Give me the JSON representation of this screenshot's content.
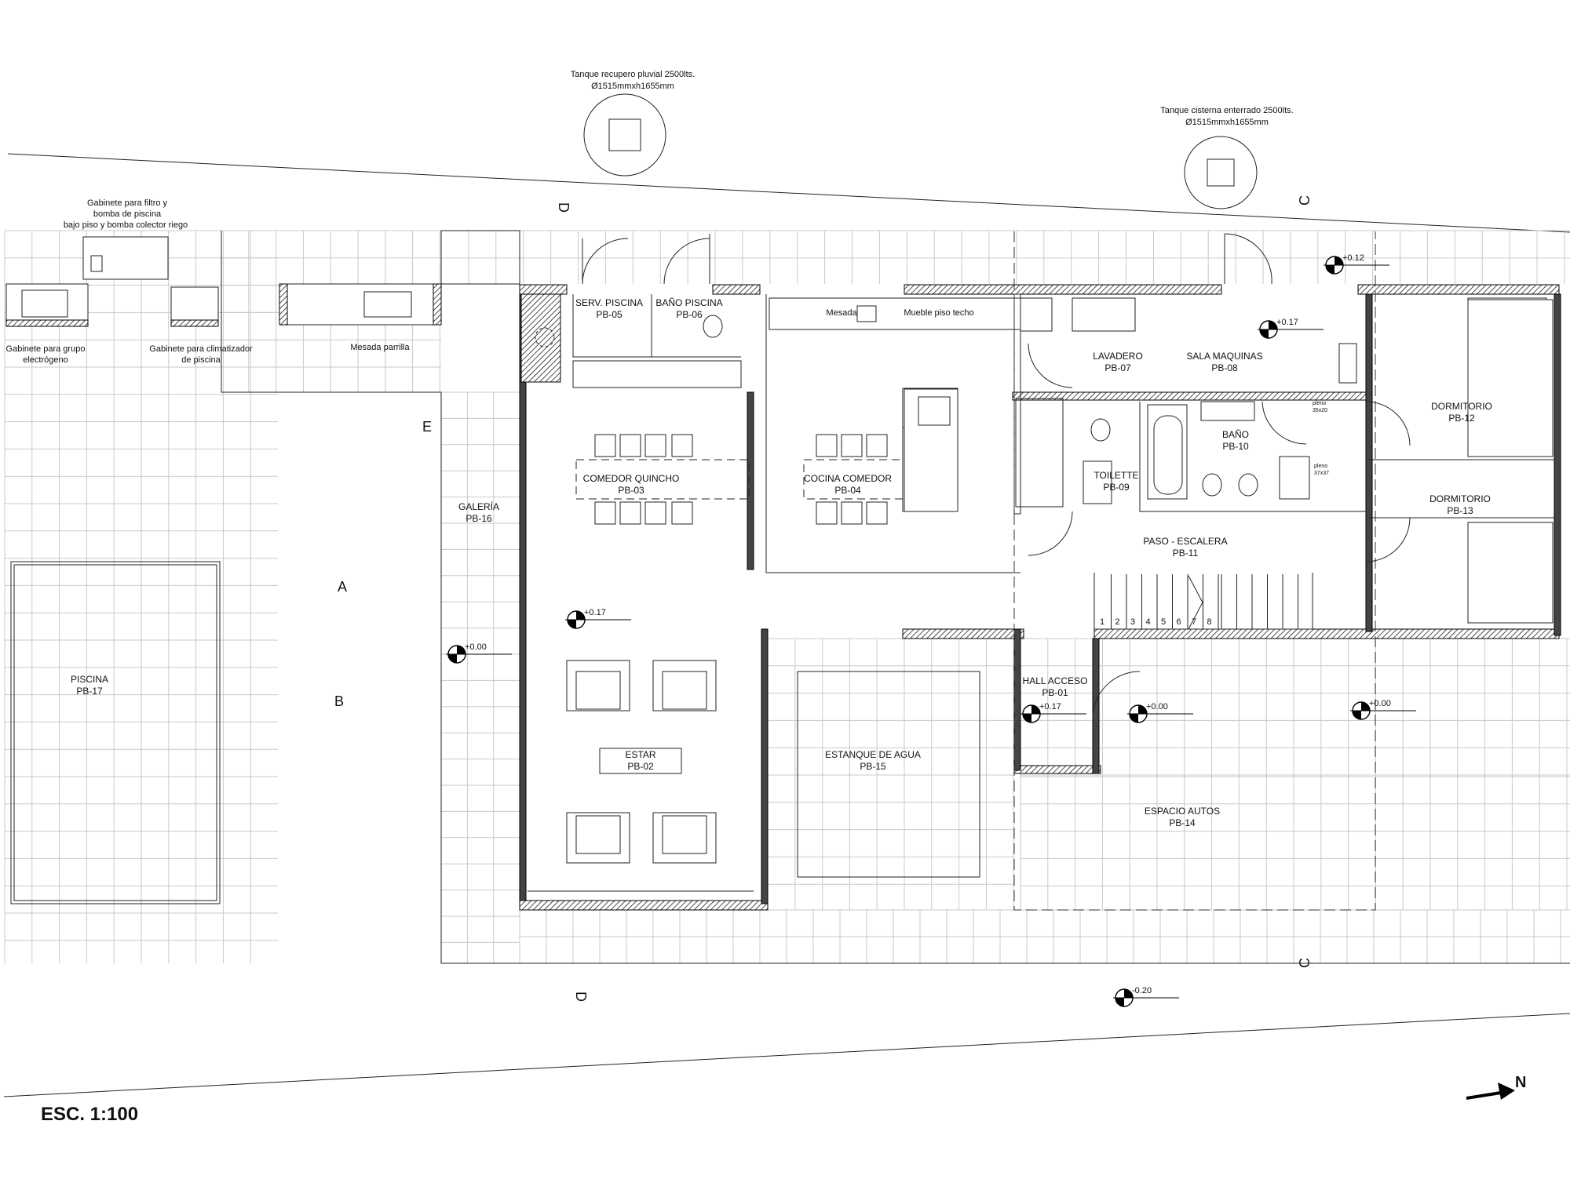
{
  "rooms": [
    {
      "name": "SERV. PISCINA",
      "code": "PB-05"
    },
    {
      "name": "BAÑO PISCINA",
      "code": "PB-06"
    },
    {
      "name": "LAVADERO",
      "code": "PB-07"
    },
    {
      "name": "SALA MAQUINAS",
      "code": "PB-08"
    },
    {
      "name": "DORMITORIO",
      "code": "PB-12"
    },
    {
      "name": "BAÑO",
      "code": "PB-10"
    },
    {
      "name": "TOILETTE",
      "code": "PB-09"
    },
    {
      "name": "COMEDOR QUINCHO",
      "code": "PB-03"
    },
    {
      "name": "COCINA COMEDOR",
      "code": "PB-04"
    },
    {
      "name": "DORMITORIO",
      "code": "PB-13"
    },
    {
      "name": "GALERÍA",
      "code": "PB-16"
    },
    {
      "name": "PASO - ESCALERA",
      "code": "PB-11"
    },
    {
      "name": "PISCINA",
      "code": "PB-17"
    },
    {
      "name": "HALL ACCESO",
      "code": "PB-01"
    },
    {
      "name": "ESTAR",
      "code": "PB-02"
    },
    {
      "name": "ESTANQUE DE AGUA",
      "code": "PB-15"
    },
    {
      "name": "ESPACIO AUTOS",
      "code": "PB-14"
    }
  ],
  "notes": {
    "tank1_l1": "Tanque recupero pluvial 2500lts.",
    "tank1_l2": "Ø1515mmxh1655mm",
    "tank2_l1": "Tanque cisterna enterrado 2500lts.",
    "tank2_l2": "Ø1515mmxh1655mm",
    "filter_l1": "Gabinete para filtro y",
    "filter_l2": "bomba de piscina",
    "filter_l3": "bajo piso y bomba colector riego",
    "gen_l1": "Gabinete para grupo",
    "gen_l2": "electrógeno",
    "clim_l1": "Gabinete para climatizador",
    "clim_l2": "de piscina",
    "parrilla": "Mesada parrilla",
    "mesada": "Mesada",
    "mueble": "Mueble piso techo",
    "pleno1_l1": "pleno",
    "pleno1_l2": "35x20",
    "pleno2_l1": "pleno",
    "pleno2_l2": "37x37"
  },
  "levels": [
    "+0.00",
    "+0.12",
    "+0.17",
    "+0.17",
    "+0.00",
    "+0.17",
    "+0.00",
    "-0.20"
  ],
  "cut_marks": [
    "D",
    "C",
    "E",
    "A",
    "B",
    "D",
    "C"
  ],
  "stair_steps": [
    "1",
    "2",
    "3",
    "4",
    "5",
    "6",
    "7",
    "8"
  ],
  "scale": "ESC. 1:100",
  "north": "N"
}
